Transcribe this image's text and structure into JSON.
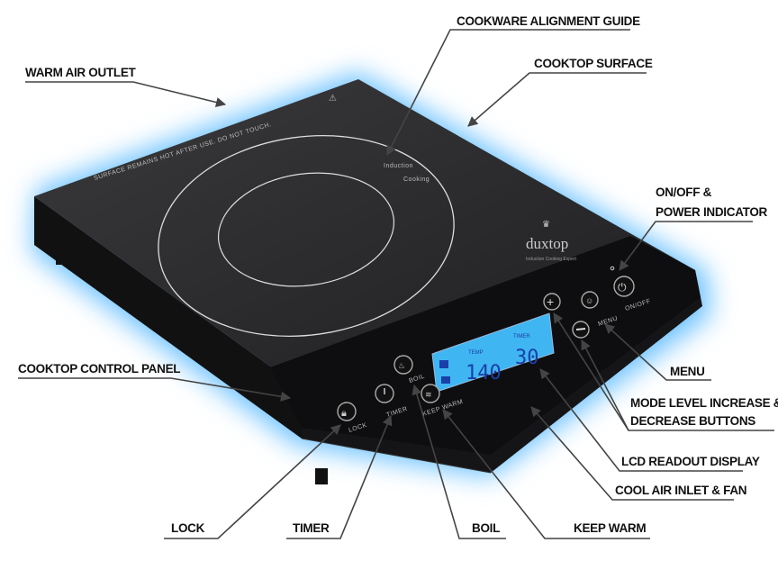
{
  "labels": {
    "cookware_alignment_guide": "COOKWARE ALIGNMENT GUIDE",
    "warm_air_outlet": "WARM AIR OUTLET",
    "cooktop_surface": "COOKTOP SURFACE",
    "on_off_line1": "ON/OFF &",
    "on_off_line2": "POWER INDICATOR",
    "cooktop_control_panel": "COOKTOP CONTROL PANEL",
    "menu": "MENU",
    "mode_line1": "MODE LEVEL INCREASE &",
    "mode_line2": "DECREASE BUTTONS",
    "lcd_readout_display": "LCD READOUT DISPLAY",
    "cool_air_inlet": "COOL AIR INLET & FAN",
    "lock": "LOCK",
    "timer": "TIMER",
    "boil": "BOIL",
    "keep_warm": "KEEP WARM"
  },
  "device": {
    "warning_text": "SURFACE REMAINS HOT AFTER USE. DO NOT TOUCH.",
    "guide_text_1": "Induction",
    "guide_text_2": "Cooking",
    "brand": "duxtop",
    "brand_tagline": "Induction Cooking Expert",
    "buttons": {
      "lock": "LOCK",
      "timer": "TIMER",
      "boil": "BOIL",
      "keep_warm": "KEEP WARM",
      "menu": "MENU",
      "on_off": "ON/OFF"
    },
    "lcd": {
      "temp_label": "TEMP",
      "temp_value": "140",
      "timer_label": "TIMER",
      "timer_value": "30"
    }
  },
  "colors": {
    "glow": "#6fc3ff",
    "lcd": "#3fb6f2",
    "lcd_digits": "#1a3fa8",
    "body": "#1c1c1e"
  }
}
